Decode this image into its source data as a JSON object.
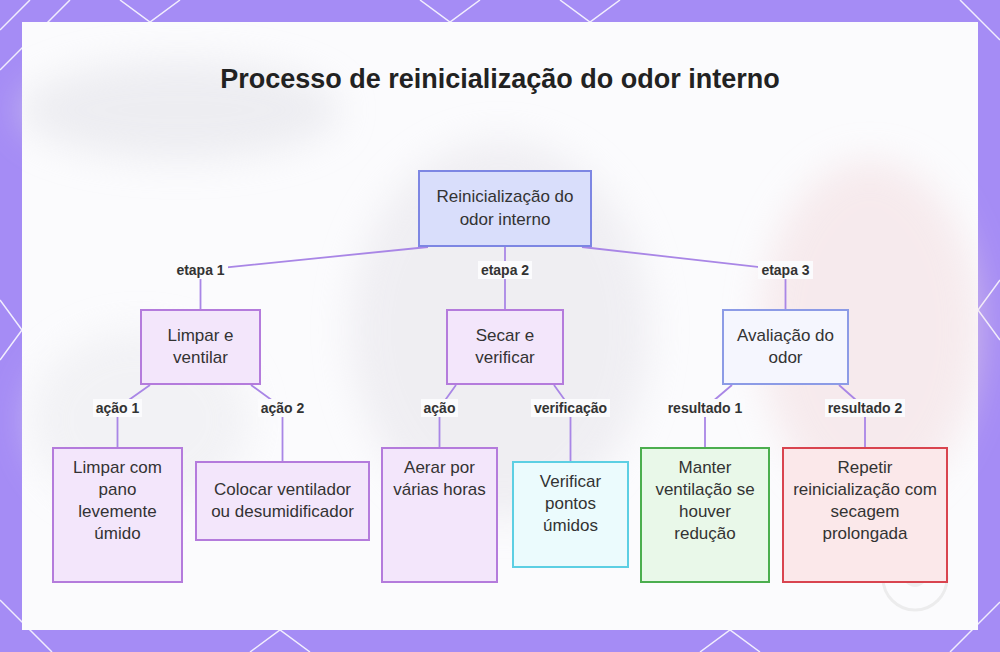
{
  "diagram": {
    "title": "Processo de reinicialização do odor interno",
    "nodes": [
      {
        "text": [
          "Reinicialização do odor interno"
        ]
      },
      {
        "text": [
          "Limpar e ventilar"
        ]
      },
      {
        "text": [
          "Secar e verificar"
        ]
      },
      {
        "text": [
          "Avaliação do odor"
        ]
      },
      {
        "text": [
          "Limpar com pano levemente úmido"
        ]
      },
      {
        "text": [
          "Colocar ventilador ou desumidificador"
        ]
      },
      {
        "text": [
          "Aerar por várias horas"
        ]
      },
      {
        "text": [
          "Verificar pontos úmidos"
        ]
      },
      {
        "text": [
          "Manter ventilação se houver redução"
        ]
      },
      {
        "text": [
          "Repetir reinicialização com secagem prolongada"
        ]
      }
    ],
    "edges": [
      {
        "from": 0,
        "to": 1,
        "label": "etapa 1",
        "arrow": "none"
      },
      {
        "from": 0,
        "to": 2,
        "label": "etapa 2",
        "arrow": "none"
      },
      {
        "from": 0,
        "to": 3,
        "label": "etapa 3",
        "arrow": "none"
      },
      {
        "from": 1,
        "to": 4,
        "label": "ação 1",
        "arrow": "none"
      },
      {
        "from": 1,
        "to": 5,
        "label": "ação 2",
        "arrow": "none"
      },
      {
        "from": 2,
        "to": 6,
        "label": "ação",
        "arrow": "none"
      },
      {
        "from": 2,
        "to": 7,
        "label": "verificação",
        "arrow": "none"
      },
      {
        "from": 3,
        "to": 8,
        "label": "resultado 1",
        "arrow": "none"
      },
      {
        "from": 3,
        "to": 9,
        "label": "resultado 2",
        "arrow": "none"
      }
    ]
  }
}
